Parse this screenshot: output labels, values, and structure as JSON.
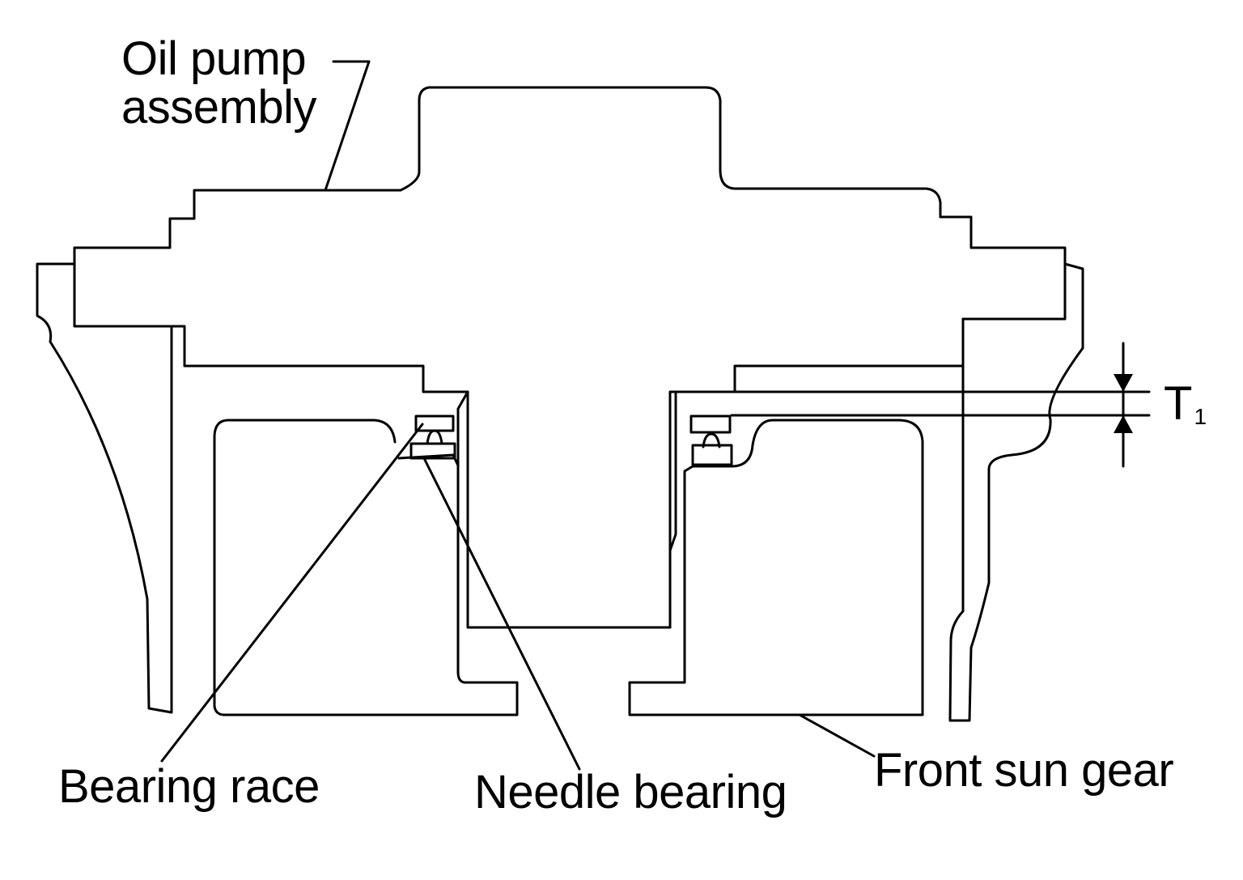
{
  "labels": {
    "oil_pump_line1": "Oil pump",
    "oil_pump_line2": "assembly",
    "bearing_race": "Bearing race",
    "needle_bearing": "Needle bearing",
    "front_sun_gear": "Front sun gear",
    "thickness_symbol": "T",
    "thickness_subscript": "1"
  },
  "colors": {
    "line": "#000000",
    "background": "#ffffff"
  }
}
